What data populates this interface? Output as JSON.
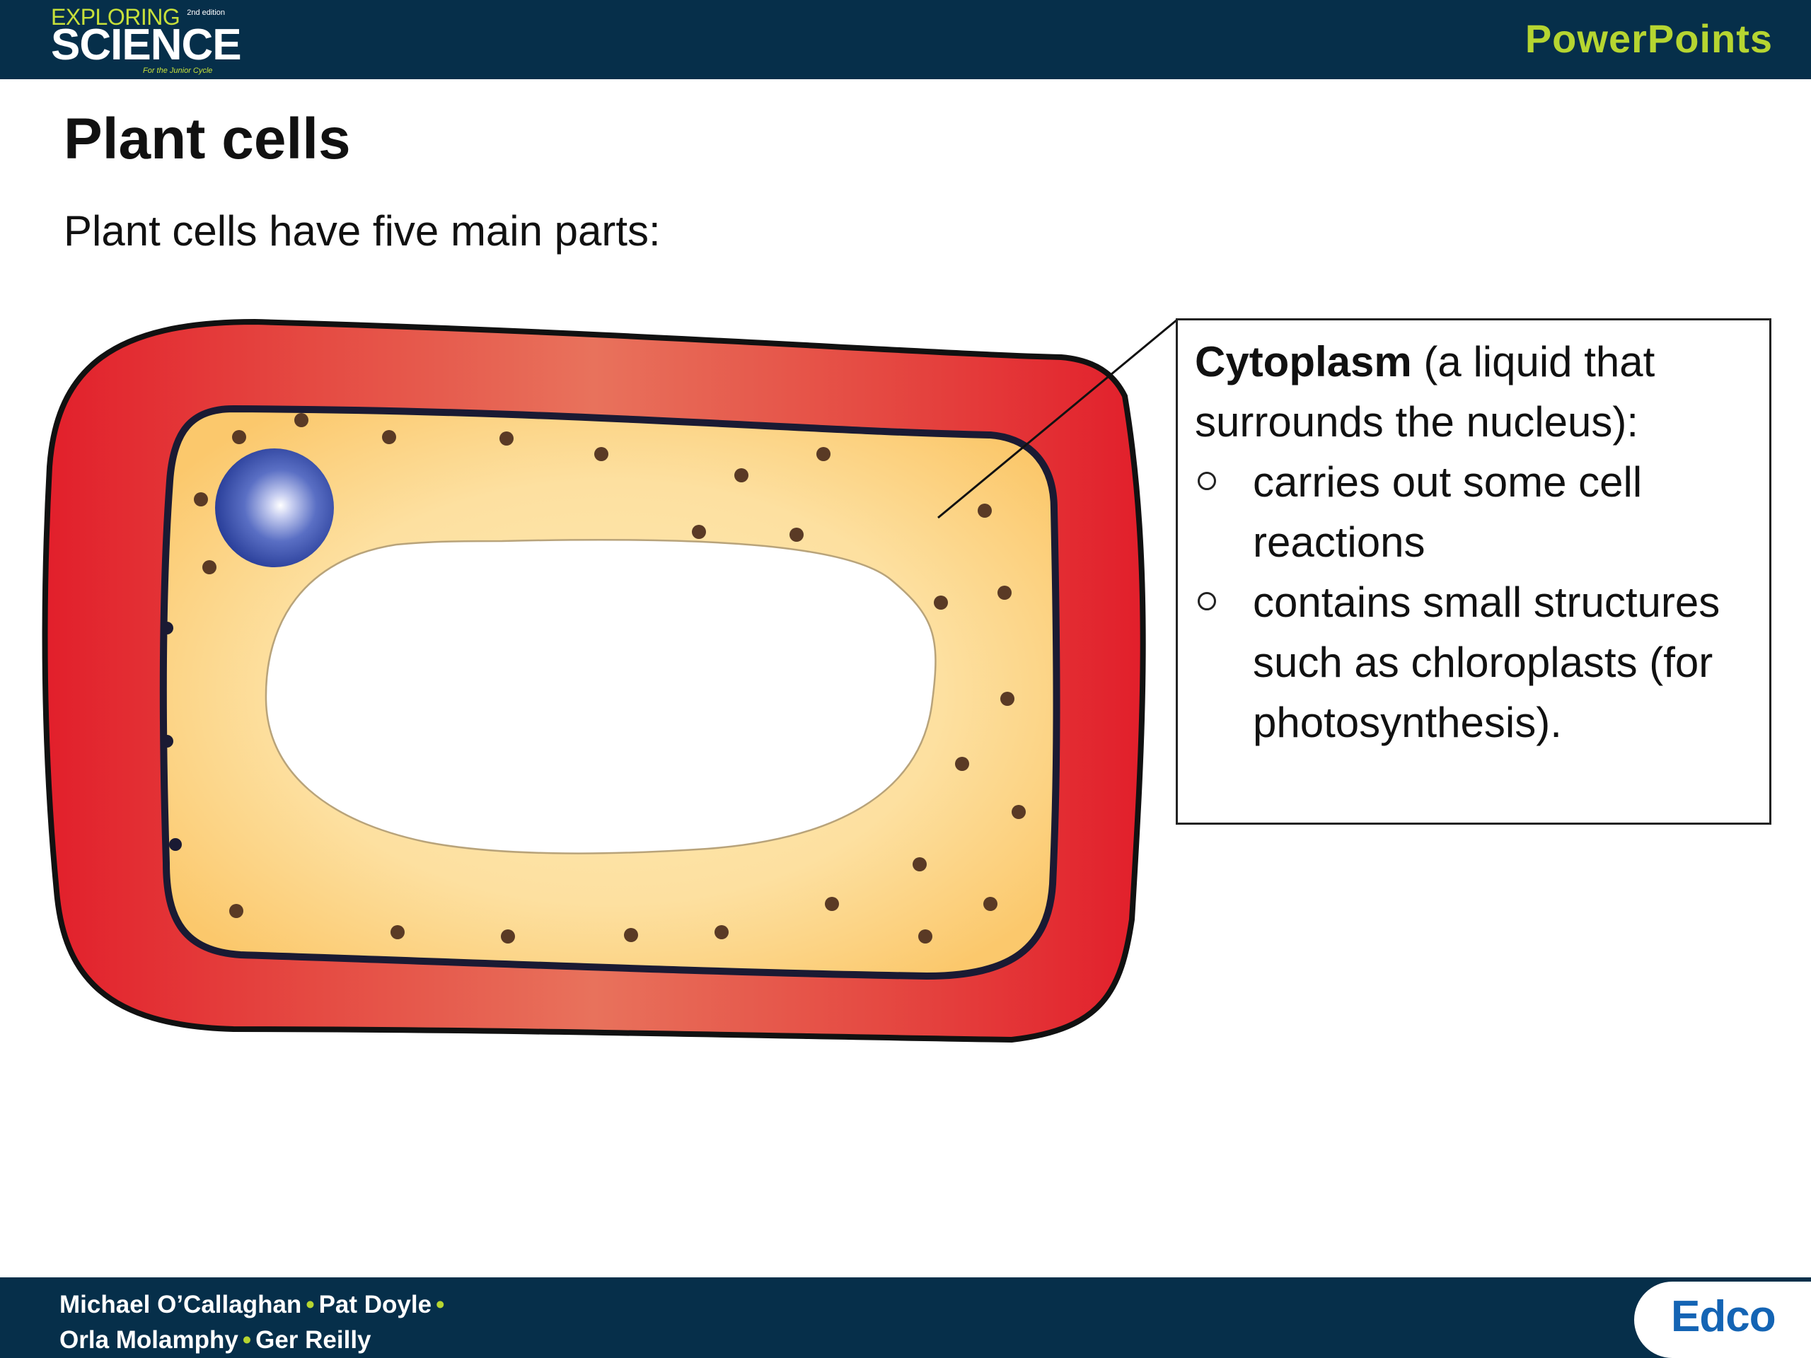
{
  "header": {
    "logo_line1": "EXPLORING",
    "logo_edition": "2nd edition",
    "logo_line2": "SCIENCE",
    "logo_tagline": "For the Junior Cycle",
    "brand_right": "PowerPoints"
  },
  "slide": {
    "title": "Plant cells",
    "intro": "Plant cells have five main parts:"
  },
  "callout": {
    "term": "Cytoplasm",
    "definition": " (a liquid that surrounds the nucleus):",
    "bullets": [
      "carries out some cell reactions",
      "contains small structures such as chloroplasts (for photosynthesis)."
    ]
  },
  "footer": {
    "author1": "Michael O’Callaghan",
    "author2": "Pat Doyle",
    "author3": "Orla Molamphy",
    "author4": "Ger Reilly",
    "publisher": "Edco"
  },
  "colors": {
    "header_bg": "#062f4a",
    "accent_green": "#b6d531",
    "cell_wall": "#e21f2b",
    "cytoplasm": "#fbd27e",
    "nucleus": "#3f55b0",
    "publisher_blue": "#1464b4"
  },
  "icons": {
    "bullet": "hollow-circle-icon"
  }
}
